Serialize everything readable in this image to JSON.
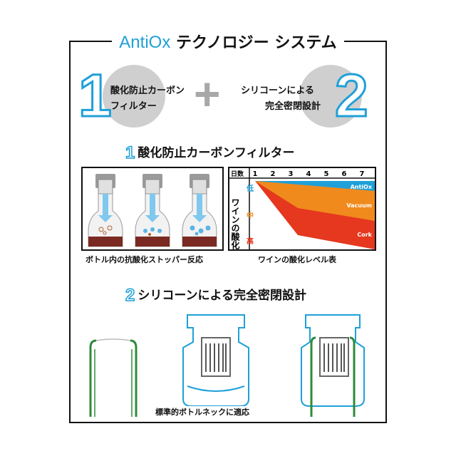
{
  "title": {
    "brand": "AntiOx",
    "rest": "テクノロジー システム"
  },
  "feature1": {
    "number": "1",
    "line1": "酸化防止カーボン",
    "line2": "フィルター"
  },
  "plus_sign": "+",
  "feature2": {
    "number": "2",
    "line1": "シリコーンによる",
    "line2": "完全密閉設計"
  },
  "section1": {
    "number": "1",
    "title": "酸化防止カーボンフィルター",
    "left_caption": "ボトル内の抗酸化ストッパー反応",
    "right_caption": "ワインの酸化レベル表"
  },
  "section2": {
    "number": "2",
    "title": "シリコーンによる完全密閉設計",
    "caption": "標準的ボトルネックに適応"
  },
  "chart_data": {
    "type": "area",
    "x_header": "日数",
    "y_header": "ワインの酸化",
    "categories": [
      "1",
      "2",
      "3",
      "4",
      "5",
      "6",
      "7"
    ],
    "y_levels": {
      "low": "低",
      "mid": "中",
      "high": "高"
    },
    "series": [
      {
        "name": "AntiOx",
        "color": "#1fa0d8"
      },
      {
        "name": "Vacuum",
        "color": "#f08a1c"
      },
      {
        "name": "Cork",
        "color": "#e5381e"
      }
    ]
  },
  "colors": {
    "accent": "#1fa0d8",
    "bottle_green": "#2e8b3a",
    "wine": "#7a2a22",
    "grey": "#cfcfcf"
  }
}
